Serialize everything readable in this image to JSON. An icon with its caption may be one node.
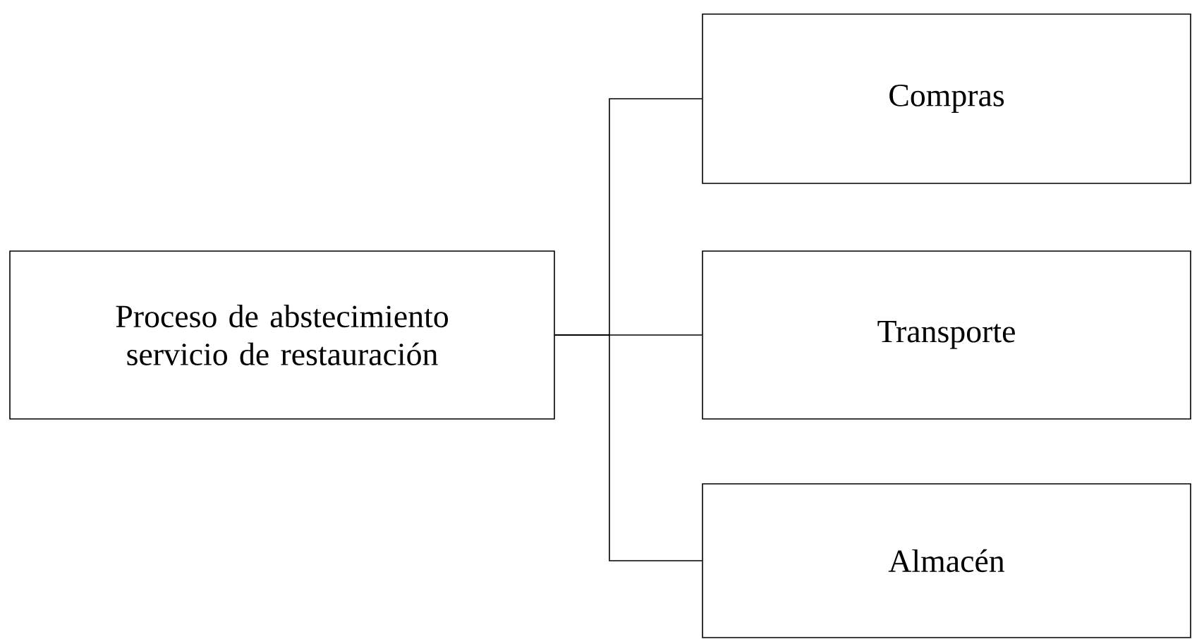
{
  "diagram": {
    "nodes": [
      {
        "text": [
          "Proceso de abstecimiento servicio de restauración"
        ]
      },
      {
        "text": [
          "Compras"
        ]
      },
      {
        "text": [
          "Transporte"
        ]
      },
      {
        "text": [
          "Almacén"
        ]
      }
    ],
    "edges": [
      {
        "from": 0,
        "to": 1,
        "arrow": "none"
      },
      {
        "from": 0,
        "to": 2,
        "arrow": "none"
      },
      {
        "from": 0,
        "to": 3,
        "arrow": "none"
      }
    ]
  }
}
